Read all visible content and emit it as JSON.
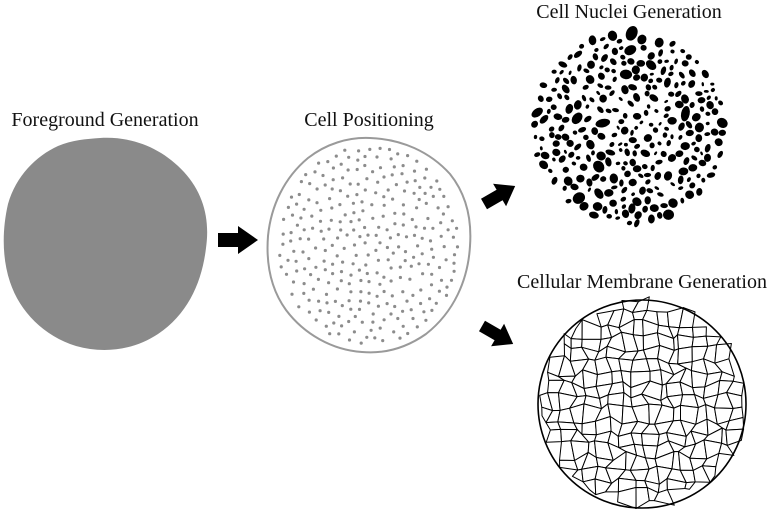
{
  "stages": {
    "foreground": {
      "label": "Foreground Generation"
    },
    "positioning": {
      "label": "Cell Positioning"
    },
    "nuclei": {
      "label": "Cell Nuclei Generation"
    },
    "membrane": {
      "label": "Cellular Membrane Generation"
    }
  },
  "colors": {
    "foreground_fill": "#8a8a8a",
    "point_fill": "#8c8c8c",
    "outline": "#9a9a9a",
    "nuclei_fill": "#000000",
    "membrane_stroke": "#000000",
    "arrow_fill": "#000000"
  }
}
